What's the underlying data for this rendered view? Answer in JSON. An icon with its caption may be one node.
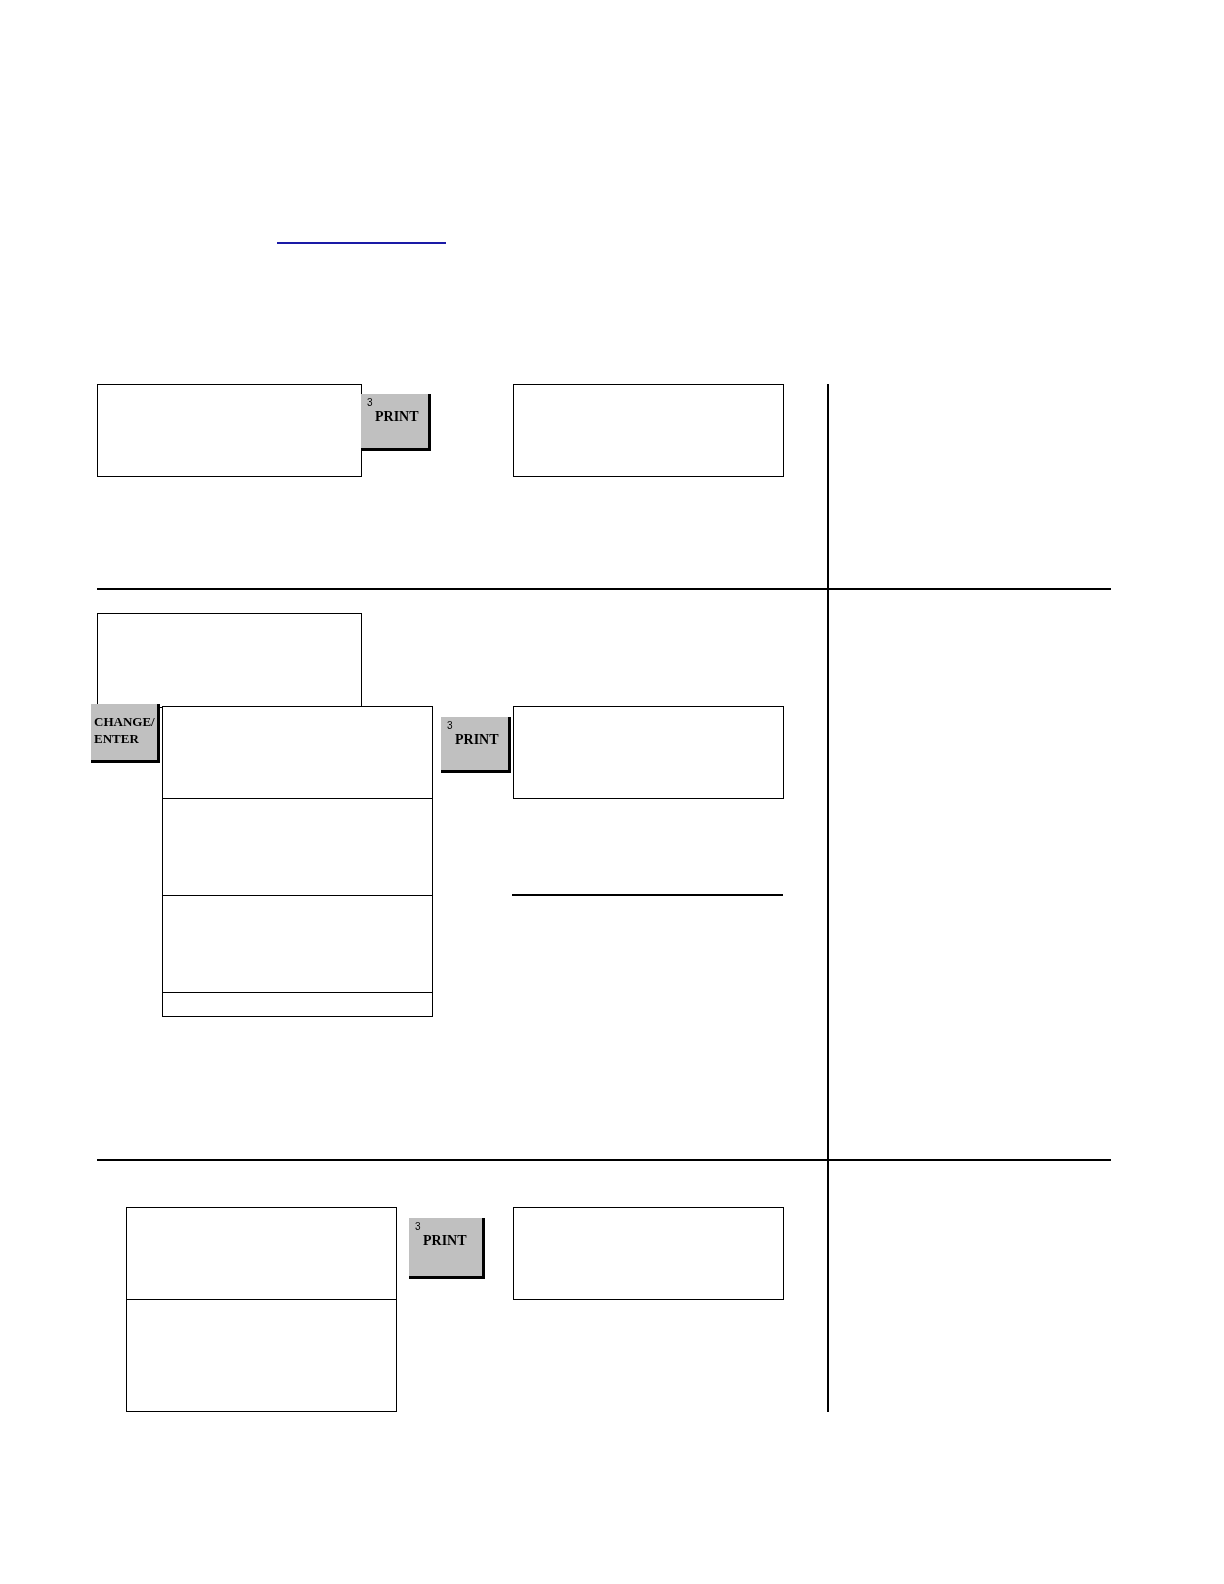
{
  "diagram": {
    "nodes": [
      {
        "text": [],
        "shape": "box"
      },
      {
        "text": [
          "3",
          "PRINT"
        ]
      },
      {
        "text": [],
        "shape": "box"
      },
      {
        "text": [],
        "shape": "box"
      },
      {
        "text": [
          "CHANGE/ ENTER"
        ]
      },
      {
        "text": [],
        "shape": "box"
      },
      {
        "text": [
          "3",
          "PRINT"
        ]
      },
      {
        "text": [],
        "shape": "box"
      },
      {
        "text": [],
        "shape": "box"
      },
      {
        "text": [],
        "shape": "box"
      },
      {
        "text": [],
        "shape": "box"
      },
      {
        "text": [],
        "shape": "box"
      },
      {
        "text": [
          "3",
          "PRINT"
        ]
      },
      {
        "text": [],
        "shape": "box"
      },
      {
        "text": [],
        "shape": "box"
      }
    ]
  }
}
